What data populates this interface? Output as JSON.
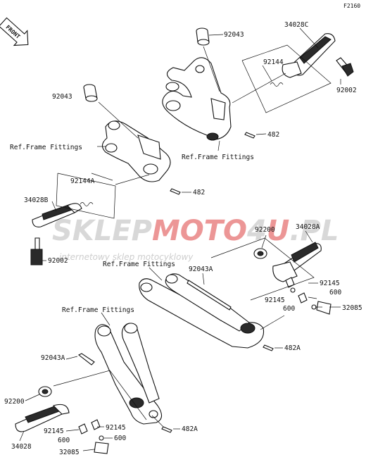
{
  "diagram_code": "F2160",
  "front_label": "FRONT",
  "watermark": {
    "brand_part1": "SKLEP",
    "brand_part2": "MOTO",
    "brand_part3": "4",
    "brand_part4": "U",
    "brand_part5": ".PL",
    "tagline": "internetowy sklep motocyklowy",
    "colors": {
      "gray": "#c8c8c8",
      "red": "#e46a6a"
    }
  },
  "ref_labels": {
    "ref1": "Ref.Frame Fittings",
    "ref2": "Ref.Frame Fittings",
    "ref3": "Ref.Frame Fittings",
    "ref4": "Ref.Frame Fittings"
  },
  "parts": {
    "p92043_top": "92043",
    "p34028C": "34028C",
    "p92144": "92144",
    "p92002_top": "92002",
    "p92043_left": "92043",
    "p482_top": "482",
    "p92144A": "92144A",
    "p482_mid": "482",
    "p34028B": "34028B",
    "p92002_left": "92002",
    "p92200_right": "92200",
    "p34028A": "34028A",
    "p92043A_right": "92043A",
    "p92145_r1": "92145",
    "p600_r1": "600",
    "p92145_r2": "92145",
    "p600_r2": "600",
    "p32085_right": "32085",
    "p482A_right": "482A",
    "p92043A_left": "92043A",
    "p92200_left": "92200",
    "p92145_l1": "92145",
    "p92145_l2": "92145",
    "p600_left": "600",
    "p482A_left": "482A",
    "p34028": "34028",
    "p32085_left": "32085"
  }
}
